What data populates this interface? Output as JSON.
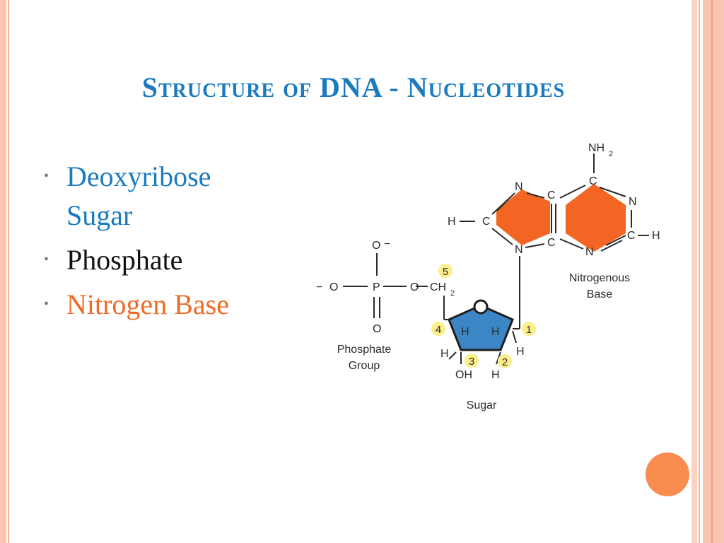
{
  "slide": {
    "title": "Structure of DNA - Nucleotides",
    "bullets": [
      {
        "text": "Deoxyribose Sugar",
        "color": "#1a7bbf"
      },
      {
        "text": "Phosphate",
        "color": "#111111"
      },
      {
        "text": "Nitrogen Base",
        "color": "#f06a26"
      }
    ]
  },
  "diagram": {
    "phosphate": {
      "o_top": "O",
      "o_top_charge": "−",
      "o_left_charge": "−",
      "o_left": "O",
      "p": "P",
      "o_right": "O",
      "ch": "CH",
      "ch_sub": "2",
      "o_bottom": "O",
      "label_line1": "Phosphate",
      "label_line2": "Group"
    },
    "sugar": {
      "label": "Sugar",
      "h_left": "H",
      "h_right": "H",
      "h_bl": "H",
      "h_br": "H",
      "oh": "OH",
      "h_bottom": "H",
      "carbons": [
        "5",
        "4",
        "3",
        "2",
        "1"
      ]
    },
    "base": {
      "nh": "NH",
      "nh_sub": "2",
      "atoms": {
        "c_top": "C",
        "n_upper": "N",
        "c_mid_top": "C",
        "n_right": "N",
        "c_left": "C",
        "h_left": "H",
        "c_right": "C",
        "h_right": "H",
        "n_bottom_left": "N",
        "c_mid_bottom": "C",
        "n_bottom_right": "N"
      },
      "label_line1": "Nitrogenous",
      "label_line2": "Base"
    },
    "colors": {
      "base_fill": "#f26522",
      "sugar_fill": "#3d86c6",
      "badge": "#fbef8c",
      "line": "#2b2b2b"
    }
  },
  "decor": {
    "accent": "#f98d4f",
    "border": "#f9c5b0"
  }
}
